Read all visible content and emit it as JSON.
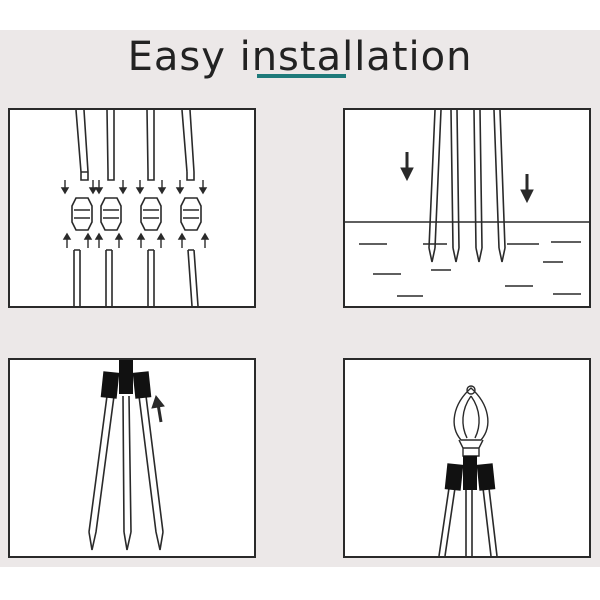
{
  "title": "Easy installation",
  "colors": {
    "page_background": "#ece8e8",
    "panel_background": "#ffffff",
    "line": "#2a2a2a",
    "title_text": "#222222",
    "title_underline": "#1e7a7a"
  },
  "steps": [
    {
      "scene": "connect-stake-segments-with-couplers",
      "stakes": 4
    },
    {
      "scene": "push-stakes-into-ground",
      "stakes": 4
    },
    {
      "scene": "insert-stakes-into-tripod-base",
      "stakes": 3
    },
    {
      "scene": "attach-lamp-head",
      "stakes": 3
    }
  ]
}
